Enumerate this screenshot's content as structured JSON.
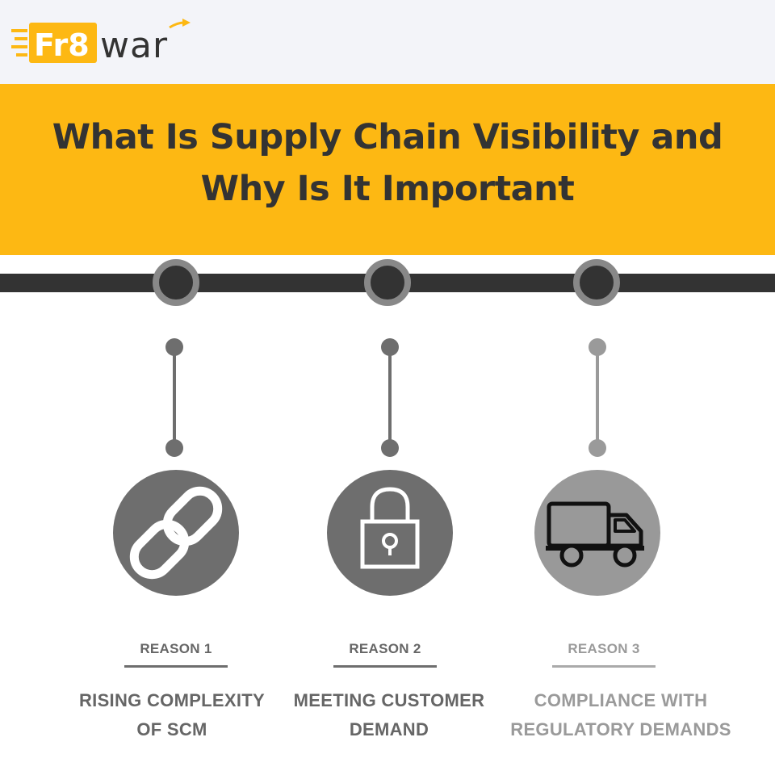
{
  "logo": {
    "text_fr8": "Fr8",
    "text_war": "war",
    "color_yellow": "#fdb813",
    "color_dark": "#333333"
  },
  "title": {
    "line1": "What Is Supply Chain Visibility and",
    "line2": "Why Is It Important"
  },
  "reasons": [
    {
      "label": "REASON 1",
      "title_line1": "RISING COMPLEXITY",
      "title_line2": "OF SCM",
      "icon": "chain-link-icon",
      "shade": "#6e6e6e",
      "text_color": "#666666"
    },
    {
      "label": "REASON 2",
      "title_line1": "MEETING CUSTOMER",
      "title_line2": "DEMAND",
      "icon": "padlock-icon",
      "shade": "#6e6e6e",
      "text_color": "#666666"
    },
    {
      "label": "REASON 3",
      "title_line1": "COMPLIANCE WITH",
      "title_line2": "REGULATORY DEMANDS",
      "icon": "truck-icon",
      "shade": "#999999",
      "text_color": "#9a9a9a"
    }
  ],
  "colors": {
    "accent": "#fdb813",
    "timeline": "#333333",
    "node_ring": "#888888",
    "header_bg": "#f3f4f9"
  }
}
